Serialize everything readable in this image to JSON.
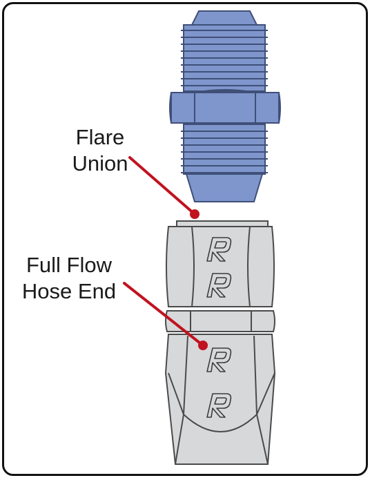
{
  "labels": {
    "flare_union": [
      "Flare",
      "Union"
    ],
    "full_flow_hose_end": [
      "Full Flow",
      "Hose End"
    ]
  },
  "colors": {
    "union_fill": "#7e96cc",
    "union_stroke": "#3f4f78",
    "hose_fill": "#d6d8da",
    "hose_stroke": "#4a4a4a",
    "pointer": "#c1121f",
    "frame": "#111111"
  },
  "icons": [
    "brand-r-logo-icon"
  ]
}
